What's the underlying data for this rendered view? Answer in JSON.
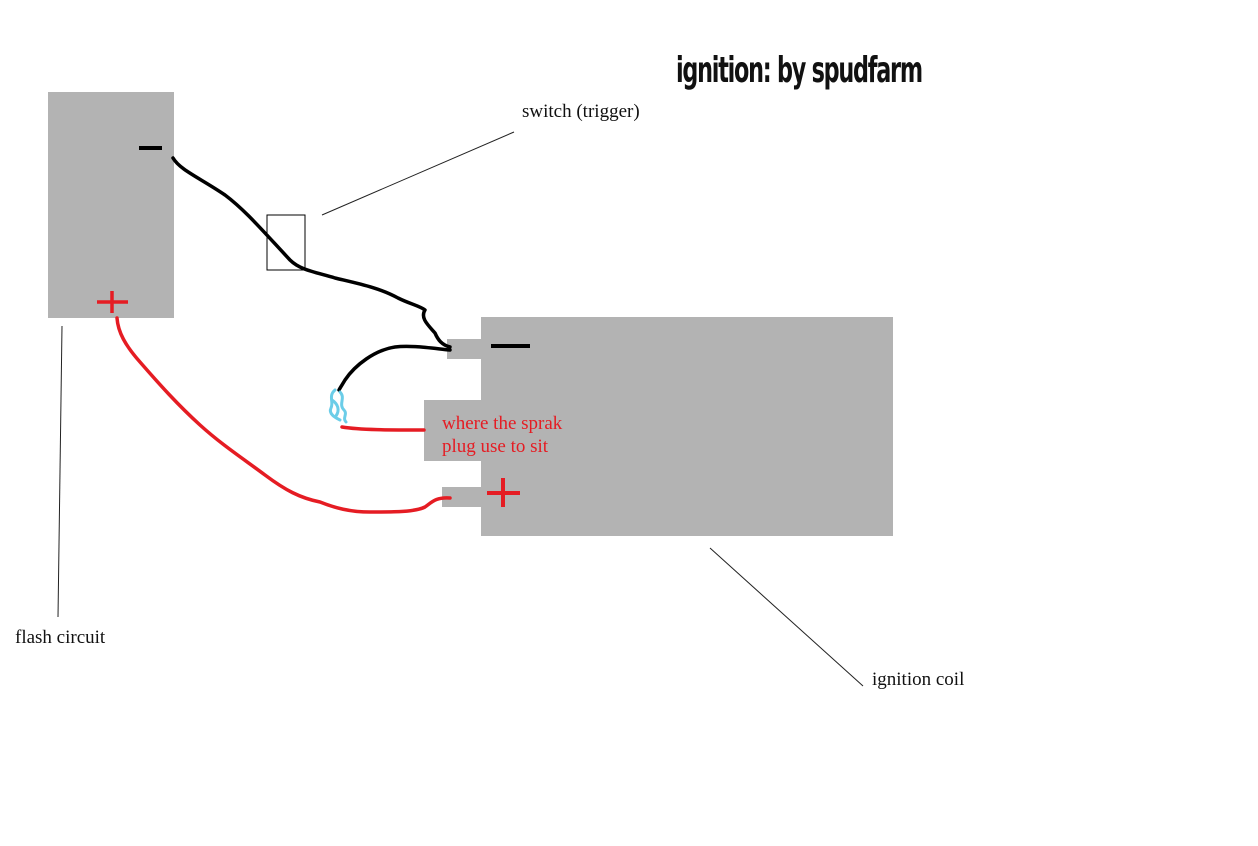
{
  "title": "ignition: by spudfarm",
  "labels": {
    "switch": "switch (trigger)",
    "flash_circuit": "flash circuit",
    "ignition_coil": "ignition coil",
    "spark_plug_note_line1": "where the sprak",
    "spark_plug_note_line2": "plug use to sit"
  },
  "colors": {
    "box_gray": "#b3b3b3",
    "wire_black": "#000000",
    "wire_red": "#e51c23",
    "spark_blue": "#5bc8e6",
    "leader_line": "#222222"
  }
}
